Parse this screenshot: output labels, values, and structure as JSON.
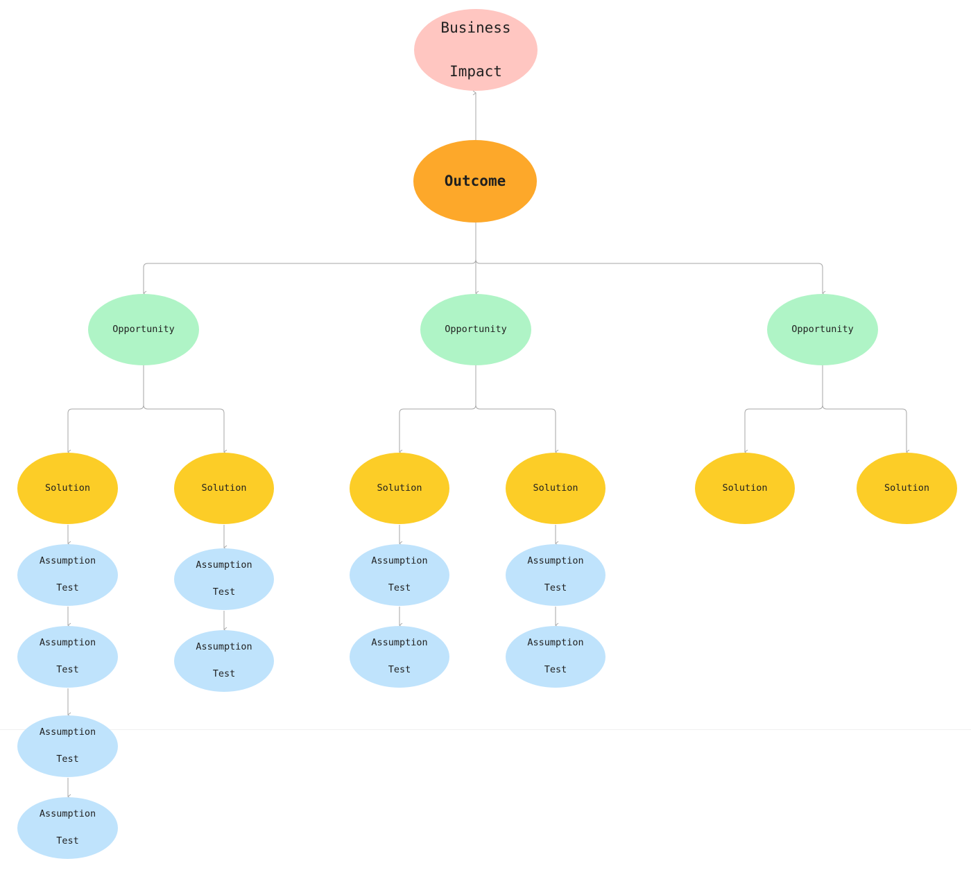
{
  "diagram": {
    "business_impact": {
      "line1": "Business",
      "line2": "Impact"
    },
    "outcome": {
      "label": "Outcome"
    },
    "opportunities": [
      {
        "label": "Opportunity"
      },
      {
        "label": "Opportunity"
      },
      {
        "label": "Opportunity"
      }
    ],
    "solutions": [
      {
        "label": "Solution"
      },
      {
        "label": "Solution"
      },
      {
        "label": "Solution"
      },
      {
        "label": "Solution"
      },
      {
        "label": "Solution"
      },
      {
        "label": "Solution"
      }
    ],
    "assumption_tests": [
      {
        "line1": "Assumption",
        "line2": "Test"
      },
      {
        "line1": "Assumption",
        "line2": "Test"
      },
      {
        "line1": "Assumption",
        "line2": "Test"
      },
      {
        "line1": "Assumption",
        "line2": "Test"
      },
      {
        "line1": "Assumption",
        "line2": "Test"
      },
      {
        "line1": "Assumption",
        "line2": "Test"
      },
      {
        "line1": "Assumption",
        "line2": "Test"
      },
      {
        "line1": "Assumption",
        "line2": "Test"
      },
      {
        "line1": "Assumption",
        "line2": "Test"
      },
      {
        "line1": "Assumption",
        "line2": "Test"
      }
    ],
    "colors": {
      "business_impact": "#ffc6c1",
      "outcome": "#fda82a",
      "opportunity": "#aff4c6",
      "solution": "#fccd27",
      "assumption_test": "#bfe3fc",
      "connector": "#a6a6a6"
    }
  }
}
